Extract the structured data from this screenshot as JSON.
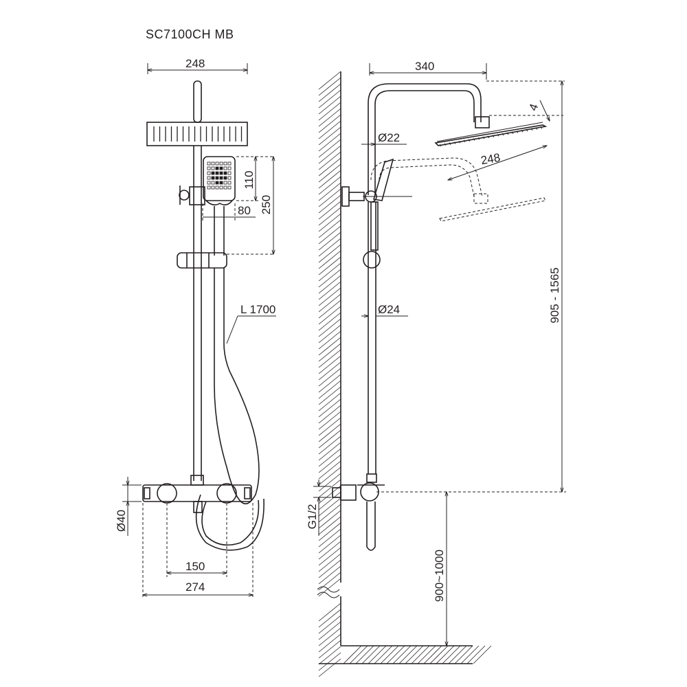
{
  "title": "SC7100CH MB",
  "front_view": {
    "width_head": "248",
    "handshower_height": "110",
    "handshower_width": "80",
    "handshower_offset": "250",
    "hose_length": "L 1700",
    "body_diameter": "Ø40",
    "inlet_spacing": "150",
    "overall_width": "274"
  },
  "side_view": {
    "arm_reach": "340",
    "head_thickness": "4",
    "arm_diameter": "Ø22",
    "head_width": "248",
    "riser_diameter": "Ø24",
    "height_range": "905 - 1565",
    "inlet_thread": "G1/2",
    "install_height": "900~1000"
  },
  "colors": {
    "line": "#231f20",
    "background": "#ffffff"
  }
}
